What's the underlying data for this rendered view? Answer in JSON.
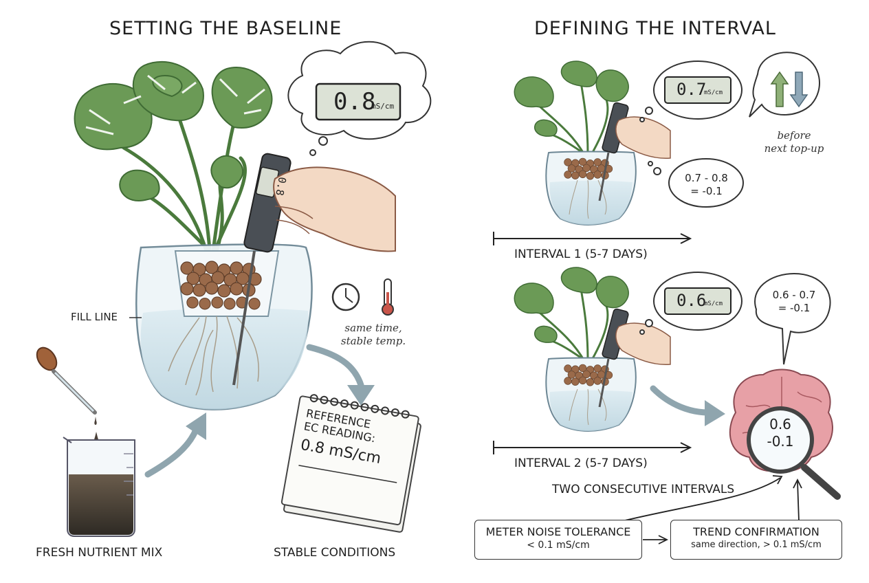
{
  "left": {
    "heading": "SETTING THE BASELINE",
    "bubble_value": "0.8",
    "bubble_unit": "mS/cm",
    "probe_value": "0.8",
    "fill_line": "FILL LINE",
    "same_time": "same time,",
    "stable_temp": "stable temp.",
    "notepad_line1": "REFERENCE",
    "notepad_line2": "EC READING:",
    "notepad_value": "0.8 mS/cm",
    "caption_mix": "FRESH NUTRIENT MIX",
    "caption_conditions": "STABLE CONDITIONS"
  },
  "right": {
    "heading": "DEFINING THE INTERVAL",
    "top": {
      "meter_value": "0.7",
      "meter_unit": "mS/cm",
      "calc_line1": "0.7 - 0.8",
      "calc_line2": "= -0.1",
      "note_line1": "before",
      "note_line2": "next top-up",
      "interval_label": "INTERVAL 1 (5-7 DAYS)"
    },
    "bottom": {
      "meter_value": "0.6",
      "meter_unit": "mS/cm",
      "calc_line1": "0.6 - 0.7",
      "calc_line2": "= -0.1",
      "interval_label": "INTERVAL 2 (5-7 DAYS)"
    },
    "lens_line1": "0.6",
    "lens_line2": "-0.1",
    "consecutive": "TWO CONSECUTIVE INTERVALS",
    "noise_title": "METER NOISE TOLERANCE",
    "noise_sub": "< 0.1 mS/cm",
    "trend_title": "TREND CONFIRMATION",
    "trend_sub": "same direction, > 0.1 mS/cm"
  },
  "colors": {
    "leaf": "#5f8f4e",
    "leaf_dark": "#3f6b34",
    "pebble": "#9a6a4a",
    "water": "#cfe3ec",
    "arrow": "#8fa5ae",
    "brain": "#e7a0a6",
    "green_arrow": "#8fb078",
    "blue_arrow": "#8fa8b8"
  }
}
